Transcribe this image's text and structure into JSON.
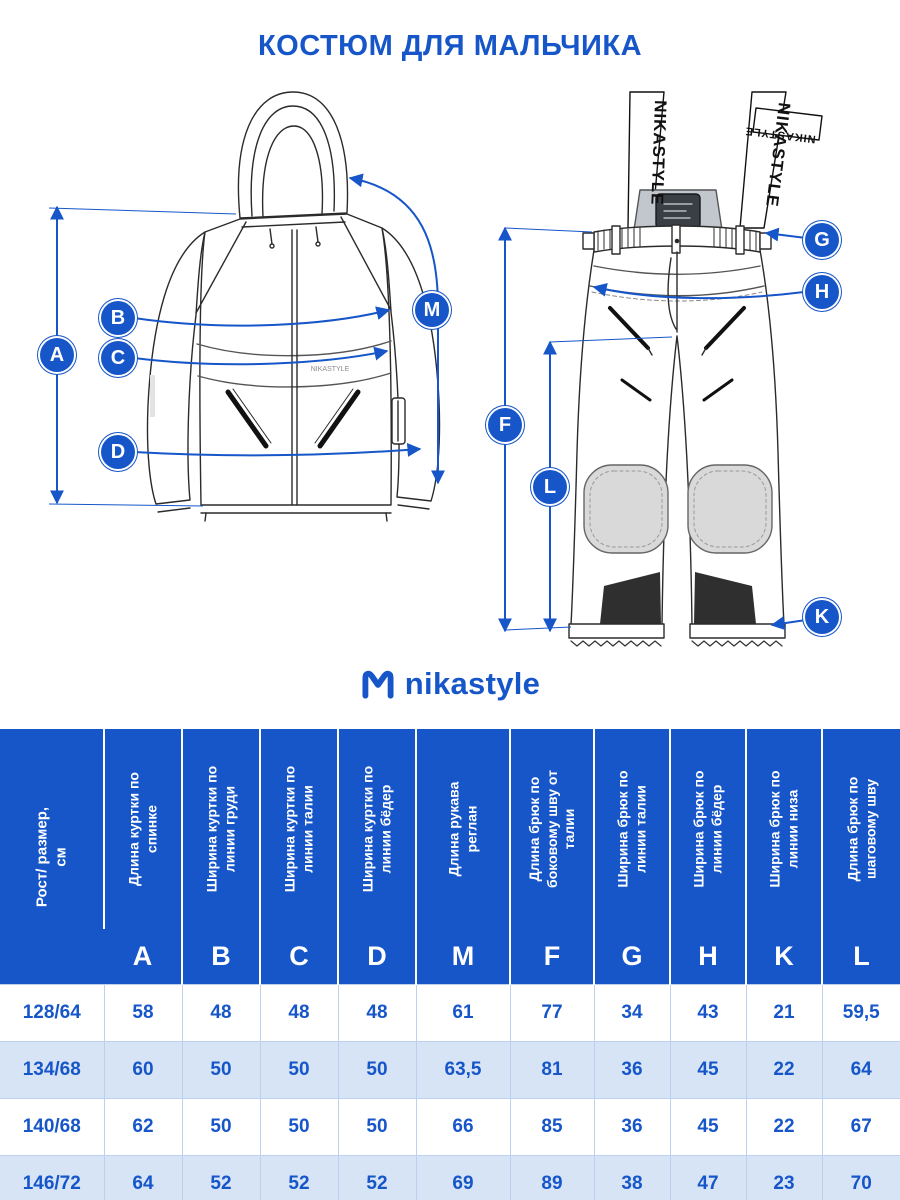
{
  "page": {
    "title": "КОСТЮМ ДЛЯ МАЛЬЧИКА"
  },
  "logo": {
    "text": "nikastyle",
    "icon": "nikastyle-m-icon"
  },
  "colors": {
    "accent": "#1656c9",
    "row_alt": "#d6e4f6",
    "header_bg": "#1656c9"
  },
  "diagram": {
    "jacket_brand_text": "NIKASTYLE",
    "strap_text": "NIKASTYLE",
    "labels": {
      "A": "A",
      "B": "B",
      "C": "C",
      "D": "D",
      "M": "M",
      "F": "F",
      "G": "G",
      "H": "H",
      "K": "K",
      "L": "L"
    }
  },
  "table": {
    "row_header_label": "Рост/ размер, см",
    "columns": [
      {
        "letter": "A",
        "label": "Длина куртки по спинке"
      },
      {
        "letter": "B",
        "label": "Ширина куртки по линии груди"
      },
      {
        "letter": "C",
        "label": "Ширина куртки по линии талии"
      },
      {
        "letter": "D",
        "label": "Ширина куртки по линии бёдер"
      },
      {
        "letter": "M",
        "label": "Длина рукава реглан"
      },
      {
        "letter": "F",
        "label": "Длина брюк по боковому шву от талии"
      },
      {
        "letter": "G",
        "label": "Ширина брюк по линии талии"
      },
      {
        "letter": "H",
        "label": "Ширина брюк по линии бёдер"
      },
      {
        "letter": "K",
        "label": "Ширина брюк по линии низа"
      },
      {
        "letter": "L",
        "label": "Длина брюк по шаговому шву"
      }
    ],
    "rows": [
      {
        "size": "128/64",
        "values": [
          "58",
          "48",
          "48",
          "48",
          "61",
          "77",
          "34",
          "43",
          "21",
          "59,5"
        ]
      },
      {
        "size": "134/68",
        "values": [
          "60",
          "50",
          "50",
          "50",
          "63,5",
          "81",
          "36",
          "45",
          "22",
          "64"
        ]
      },
      {
        "size": "140/68",
        "values": [
          "62",
          "50",
          "50",
          "50",
          "66",
          "85",
          "36",
          "45",
          "22",
          "67"
        ]
      },
      {
        "size": "146/72",
        "values": [
          "64",
          "52",
          "52",
          "52",
          "69",
          "89",
          "38",
          "47",
          "23",
          "70"
        ]
      }
    ]
  }
}
